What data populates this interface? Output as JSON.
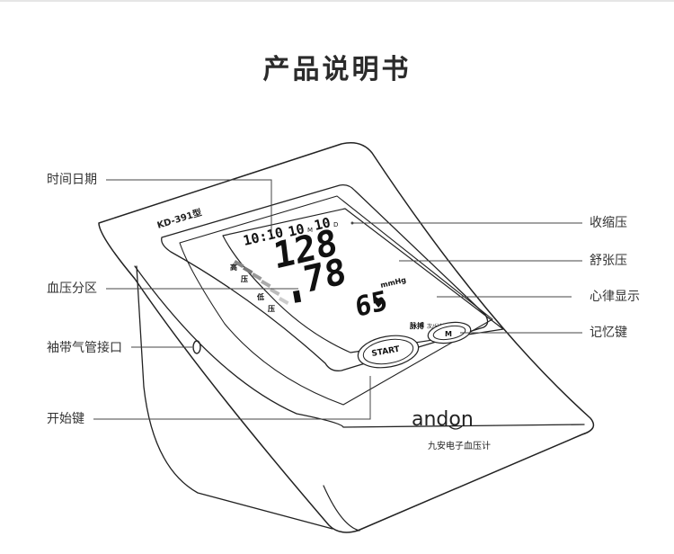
{
  "title": "产品说明书",
  "device": {
    "model": "KD-391型",
    "time": "10:10",
    "date_month": "10",
    "date_month_unit": "M",
    "date_day": "10",
    "date_day_unit": "D",
    "systolic": "128",
    "diastolic": "78",
    "pulse": "65",
    "unit": "mmHg",
    "pulse_label": "脉搏",
    "pulse_unit": "次/分钟",
    "zone_high": "高",
    "zone_high2": "压",
    "zone_low": "低",
    "zone_low2": "压",
    "start_label": "START",
    "memory_label": "M",
    "brand": "andon",
    "brand_cn": "九安电子血压计"
  },
  "labels_left": {
    "time_date": "时间日期",
    "bp_zone": "血压分区",
    "cuff_port": "袖带气管接口",
    "start_key": "开始键"
  },
  "labels_right": {
    "systolic": "收缩压",
    "diastolic": "舒张压",
    "heart_rate": "心律显示",
    "memory_key": "记忆键"
  },
  "colors": {
    "line": "#222222",
    "text": "#333333",
    "screen_bg": "#ffffff"
  }
}
